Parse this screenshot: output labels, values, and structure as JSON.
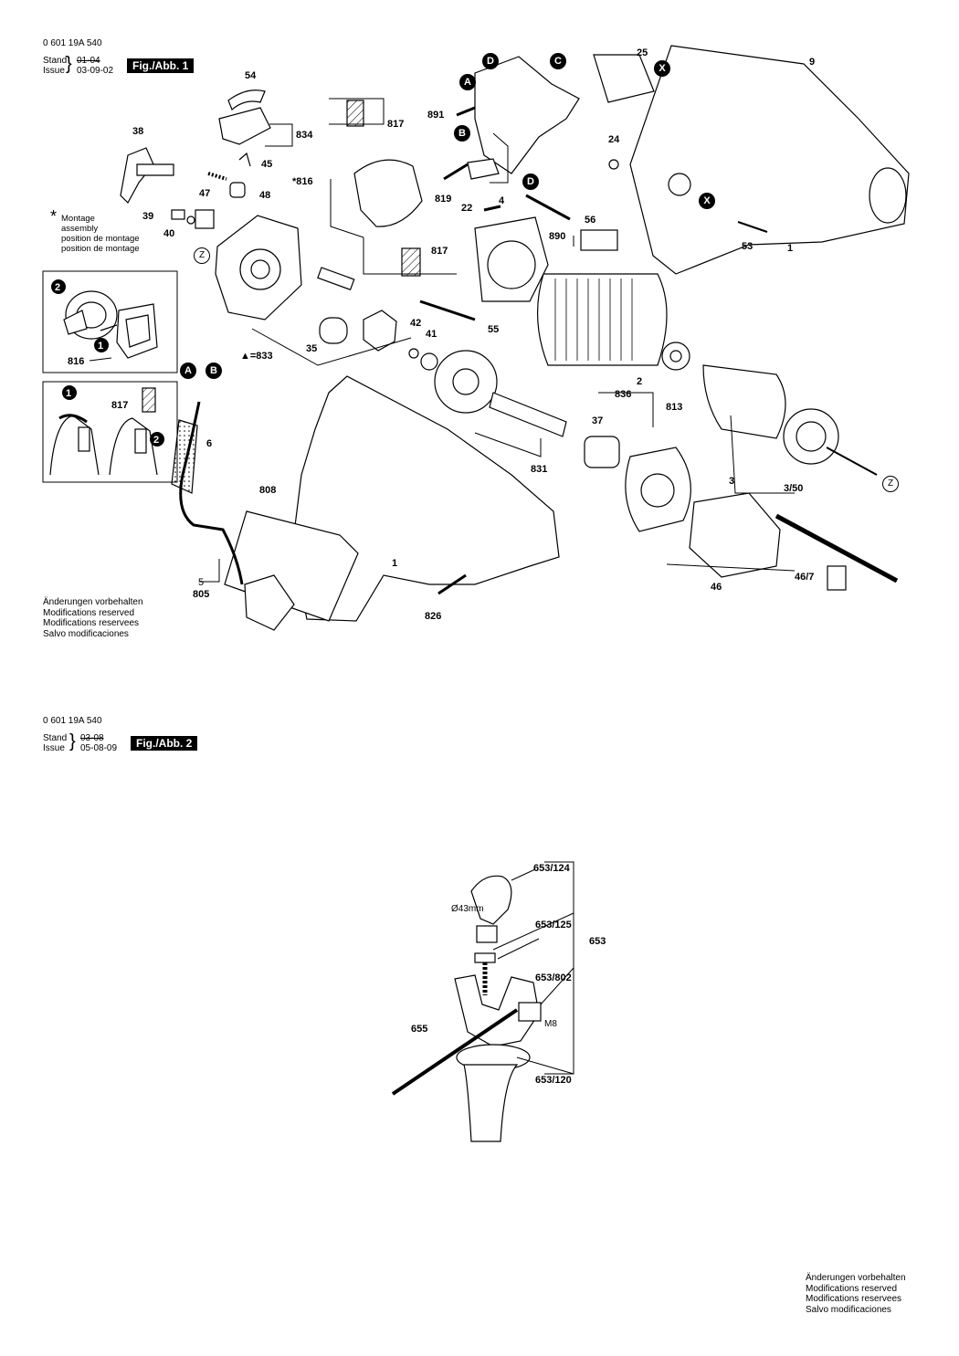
{
  "fig1": {
    "part_number": "0 601 19A 540",
    "stand_label": "Stand",
    "stand_value": "01-04",
    "issue_label": "Issue",
    "issue_value": "03-09-02",
    "title": "Fig./Abb. 1"
  },
  "fig2": {
    "part_number": "0 601 19A 540",
    "stand_label": "Stand",
    "stand_value": "03-08",
    "issue_label": "Issue",
    "issue_value": "05-08-09",
    "title": "Fig./Abb. 2"
  },
  "assembly_note": {
    "symbol": "*",
    "lines": [
      "Montage",
      "assembly",
      "position de montage",
      "position de montage"
    ]
  },
  "triangle_note": "▲=833",
  "notes_fig1": [
    "Änderungen vorbehalten",
    "Modifications reserved",
    "Modifications reservees",
    "Salvo modificaciones"
  ],
  "notes_fig2": [
    "Änderungen vorbehalten",
    "Modifications reserved",
    "Modifications reservees",
    "Salvo modificaciones"
  ],
  "fig1_labels": {
    "p54": "54",
    "p834": "834",
    "p45": "45",
    "p38": "38",
    "p47": "47",
    "p48": "48",
    "p39": "39",
    "p40": "40",
    "p817a": "817",
    "p816": "*816",
    "p817b": "817",
    "p891": "891",
    "p819": "819",
    "p4": "4",
    "p22": "22",
    "p56": "56",
    "p890": "890",
    "p25": "25",
    "p9": "9",
    "p24": "24",
    "p53": "53",
    "p1a": "1",
    "p42": "42",
    "p41": "41",
    "p55": "55",
    "p35": "35",
    "p2": "2",
    "p813": "813",
    "p836": "836",
    "p37": "37",
    "p831": "831",
    "p3": "3",
    "p350": "3/50",
    "p6": "6",
    "p808": "808",
    "p1b": "1",
    "p5": "5",
    "p805": "805",
    "p826": "826",
    "p46": "46",
    "p467": "46/7",
    "p817c": "817",
    "p816b": "816",
    "circA": "A",
    "circB": "B",
    "circC": "C",
    "circD": "D",
    "circX": "X",
    "circZ": "Z",
    "step1": "1",
    "step2": "2"
  },
  "fig2_labels": {
    "p653_124": "653/124",
    "p653_125": "653/125",
    "p653": "653",
    "p653_802": "653/802",
    "p655": "655",
    "p653_120": "653/120",
    "dia": "Ø43mm",
    "m8": "M8"
  }
}
